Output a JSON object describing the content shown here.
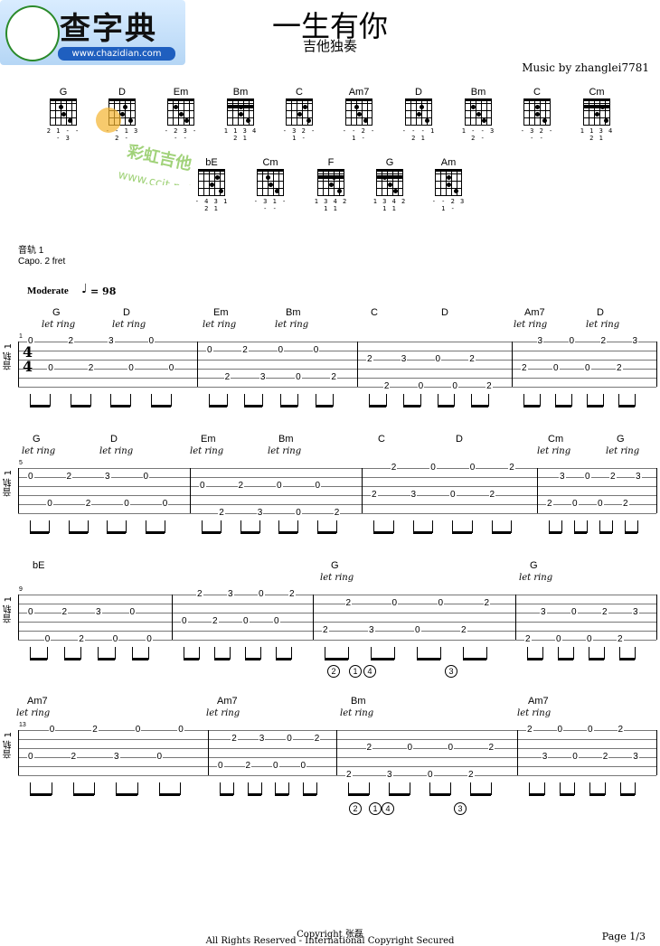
{
  "logo": {
    "text": "查字典",
    "url": "www.chazidian.com"
  },
  "watermark": {
    "url": "www.ccjt.net"
  },
  "title": "一生有你",
  "subtitle": "吉他独奏",
  "composer": "Music by zhanglei7781",
  "chords_row1": [
    {
      "name": "G",
      "fingers": "2 1 - - - 3"
    },
    {
      "name": "D",
      "fingers": "- - 1 3 2 -"
    },
    {
      "name": "Em",
      "fingers": "- 2 3 - - -"
    },
    {
      "name": "Bm",
      "fingers": "1 1 3 4 2 1"
    },
    {
      "name": "C",
      "fingers": "- 3 2 - 1 -"
    },
    {
      "name": "Am7",
      "fingers": "- - 2 - 1 -"
    },
    {
      "name": "D",
      "fingers": "- - - 1 2 1"
    },
    {
      "name": "Bm",
      "fingers": "1 - - 3 2 -"
    },
    {
      "name": "C",
      "fingers": "- 3 2 - - -"
    },
    {
      "name": "Cm",
      "fingers": "1 1 3 4 2 1"
    }
  ],
  "chords_row2": [
    {
      "name": "bE",
      "fingers": "- 4 3 1 2 1"
    },
    {
      "name": "Cm",
      "fingers": "- 3 1 - - -"
    },
    {
      "name": "F",
      "fingers": "1 3 4 2 1 1"
    },
    {
      "name": "G",
      "fingers": "1 3 4 2 1 1"
    },
    {
      "name": "Am",
      "fingers": "- - 2 3 1 -"
    }
  ],
  "track": {
    "name": "音轨 1",
    "capo": "Capo. 2 fret",
    "tempo_label": "Moderate",
    "tempo": "= 98",
    "time_sig": [
      "4",
      "4"
    ],
    "side_label": "音轨 1"
  },
  "let_ring": "let ring",
  "systems": [
    {
      "chords": [
        "G",
        "D",
        "Em",
        "Bm",
        "C",
        "D",
        "Am7",
        "D"
      ],
      "measure": "1"
    },
    {
      "chords": [
        "G",
        "D",
        "Em",
        "Bm",
        "C",
        "D",
        "Cm",
        "G"
      ],
      "measure": "5"
    },
    {
      "chords": [
        "bE",
        "G",
        "G"
      ],
      "measure": "9"
    },
    {
      "chords": [
        "Am7",
        "Am7",
        "Bm",
        "Am7"
      ],
      "measure": "13"
    }
  ],
  "circled": [
    "2",
    "1",
    "4",
    "3"
  ],
  "footer": {
    "copyright": "Copyright 张磊",
    "rights": "All Rights Reserved - International Copyright Secured",
    "page": "Page 1/3"
  }
}
